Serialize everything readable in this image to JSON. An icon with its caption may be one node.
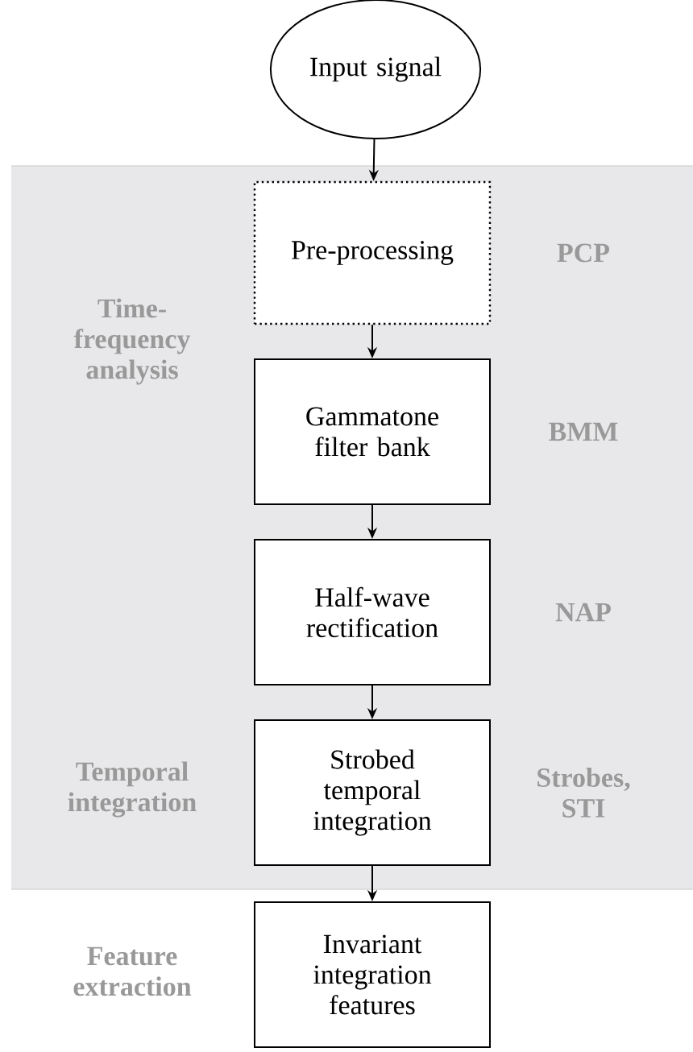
{
  "diagram": {
    "nodes": [
      {
        "text": [
          "Input signal"
        ]
      },
      {
        "text": [
          "Pre-processing"
        ],
        "beside": [
          "PCP"
        ]
      },
      {
        "text": [
          "Gammatone filter bank"
        ],
        "beside": [
          "BMM"
        ]
      },
      {
        "text": [
          "Half-wave rectification"
        ],
        "beside": [
          "NAP"
        ]
      },
      {
        "text": [
          "Strobed temporal integration"
        ],
        "beside": [
          "Strobes, STI"
        ]
      },
      {
        "text": [
          "Invariant integration features"
        ]
      }
    ],
    "edges": [
      {
        "from": 0,
        "to": 1,
        "arrow": "to"
      },
      {
        "from": 1,
        "to": 2,
        "arrow": "to"
      },
      {
        "from": 2,
        "to": 3,
        "arrow": "to"
      },
      {
        "from": 3,
        "to": 4,
        "arrow": "to"
      },
      {
        "from": 4,
        "to": 5,
        "arrow": "to"
      }
    ],
    "labels": [
      "Time-frequency analysis",
      "Temporal integration",
      "Feature extraction"
    ]
  }
}
